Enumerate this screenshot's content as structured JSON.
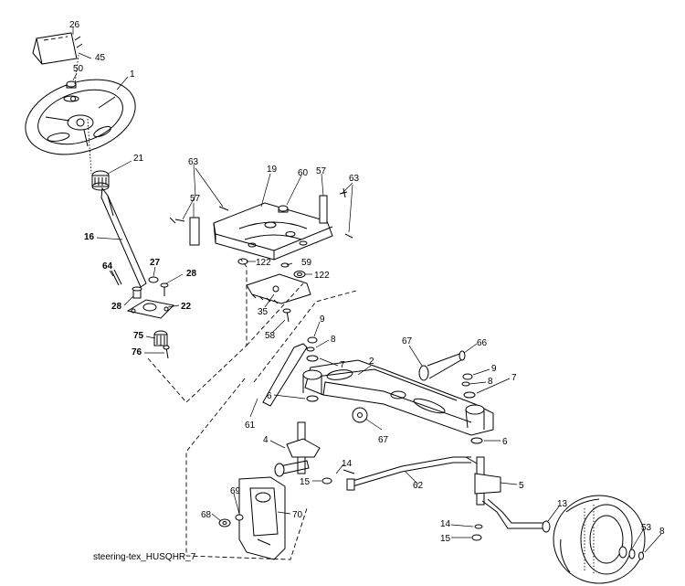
{
  "caption": "steering-tex_HUSQHR_7",
  "labels": [
    {
      "id": "26",
      "text": "26",
      "bold": false
    },
    {
      "id": "45",
      "text": "45",
      "bold": false
    },
    {
      "id": "50",
      "text": "50",
      "bold": false
    },
    {
      "id": "1",
      "text": "1",
      "bold": false
    },
    {
      "id": "21",
      "text": "21",
      "bold": false
    },
    {
      "id": "16",
      "text": "16",
      "bold": true
    },
    {
      "id": "64",
      "text": "64",
      "bold": true
    },
    {
      "id": "27",
      "text": "27",
      "bold": true
    },
    {
      "id": "28a",
      "text": "28",
      "bold": true
    },
    {
      "id": "28b",
      "text": "28",
      "bold": true
    },
    {
      "id": "22",
      "text": "22",
      "bold": true
    },
    {
      "id": "75",
      "text": "75",
      "bold": true
    },
    {
      "id": "76",
      "text": "76",
      "bold": true
    },
    {
      "id": "63a",
      "text": "63",
      "bold": false
    },
    {
      "id": "19",
      "text": "19",
      "bold": false
    },
    {
      "id": "60",
      "text": "60",
      "bold": false
    },
    {
      "id": "57a",
      "text": "57",
      "bold": false
    },
    {
      "id": "63b",
      "text": "63",
      "bold": false
    },
    {
      "id": "57b",
      "text": "57",
      "bold": false
    },
    {
      "id": "122a",
      "text": "122",
      "bold": false
    },
    {
      "id": "59",
      "text": "59",
      "bold": false
    },
    {
      "id": "122b",
      "text": "122",
      "bold": false
    },
    {
      "id": "35",
      "text": "35",
      "bold": false
    },
    {
      "id": "58",
      "text": "58",
      "bold": false
    },
    {
      "id": "9a",
      "text": "9",
      "bold": false
    },
    {
      "id": "8a",
      "text": "8",
      "bold": false
    },
    {
      "id": "7a",
      "text": "7",
      "bold": false
    },
    {
      "id": "67a",
      "text": "67",
      "bold": false
    },
    {
      "id": "66",
      "text": "66",
      "bold": false
    },
    {
      "id": "2",
      "text": "2",
      "bold": false
    },
    {
      "id": "9b",
      "text": "9",
      "bold": false
    },
    {
      "id": "8b",
      "text": "8",
      "bold": false
    },
    {
      "id": "7b",
      "text": "7",
      "bold": false
    },
    {
      "id": "6a",
      "text": "6",
      "bold": false
    },
    {
      "id": "61",
      "text": "61",
      "bold": false
    },
    {
      "id": "67b",
      "text": "67",
      "bold": false
    },
    {
      "id": "6b",
      "text": "6",
      "bold": false
    },
    {
      "id": "4",
      "text": "4",
      "bold": false
    },
    {
      "id": "14a",
      "text": "14",
      "bold": false
    },
    {
      "id": "15a",
      "text": "15",
      "bold": false
    },
    {
      "id": "62",
      "text": "62",
      "bold": false
    },
    {
      "id": "5",
      "text": "5",
      "bold": false
    },
    {
      "id": "69",
      "text": "69",
      "bold": false
    },
    {
      "id": "70",
      "text": "70",
      "bold": false
    },
    {
      "id": "68",
      "text": "68",
      "bold": false
    },
    {
      "id": "13",
      "text": "13",
      "bold": false
    },
    {
      "id": "14b",
      "text": "14",
      "bold": false
    },
    {
      "id": "15b",
      "text": "15",
      "bold": false
    },
    {
      "id": "53",
      "text": "53",
      "bold": false
    },
    {
      "id": "8c",
      "text": "8",
      "bold": false
    }
  ]
}
